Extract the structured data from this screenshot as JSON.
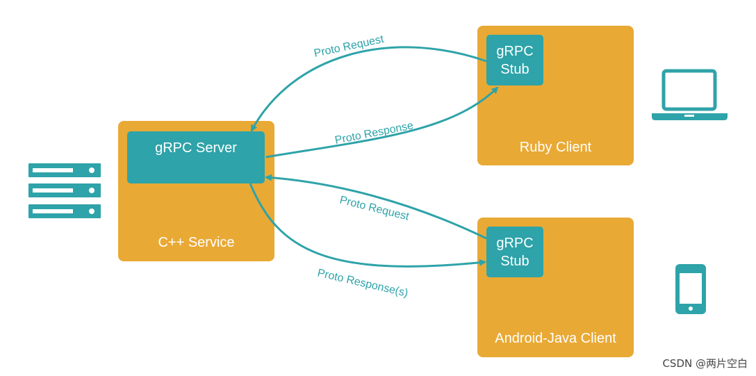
{
  "colors": {
    "accent": "#2EA3A9",
    "box": "#E9A935",
    "text": "#ffffff"
  },
  "service": {
    "label": "C++ Service",
    "server_label": "gRPC Server",
    "icon": "server-rack-icon"
  },
  "ruby_client": {
    "label": "Ruby Client",
    "stub_line1": "gRPC",
    "stub_line2": "Stub",
    "icon": "laptop-icon"
  },
  "android_client": {
    "label": "Android-Java Client",
    "stub_line1": "gRPC",
    "stub_line2": "Stub",
    "icon": "phone-icon"
  },
  "edges": {
    "ruby_request": "Proto Request",
    "ruby_response": "Proto Response",
    "android_request": "Proto Request",
    "android_response": "Proto Response(s)"
  },
  "watermark": "CSDN @两片空白"
}
